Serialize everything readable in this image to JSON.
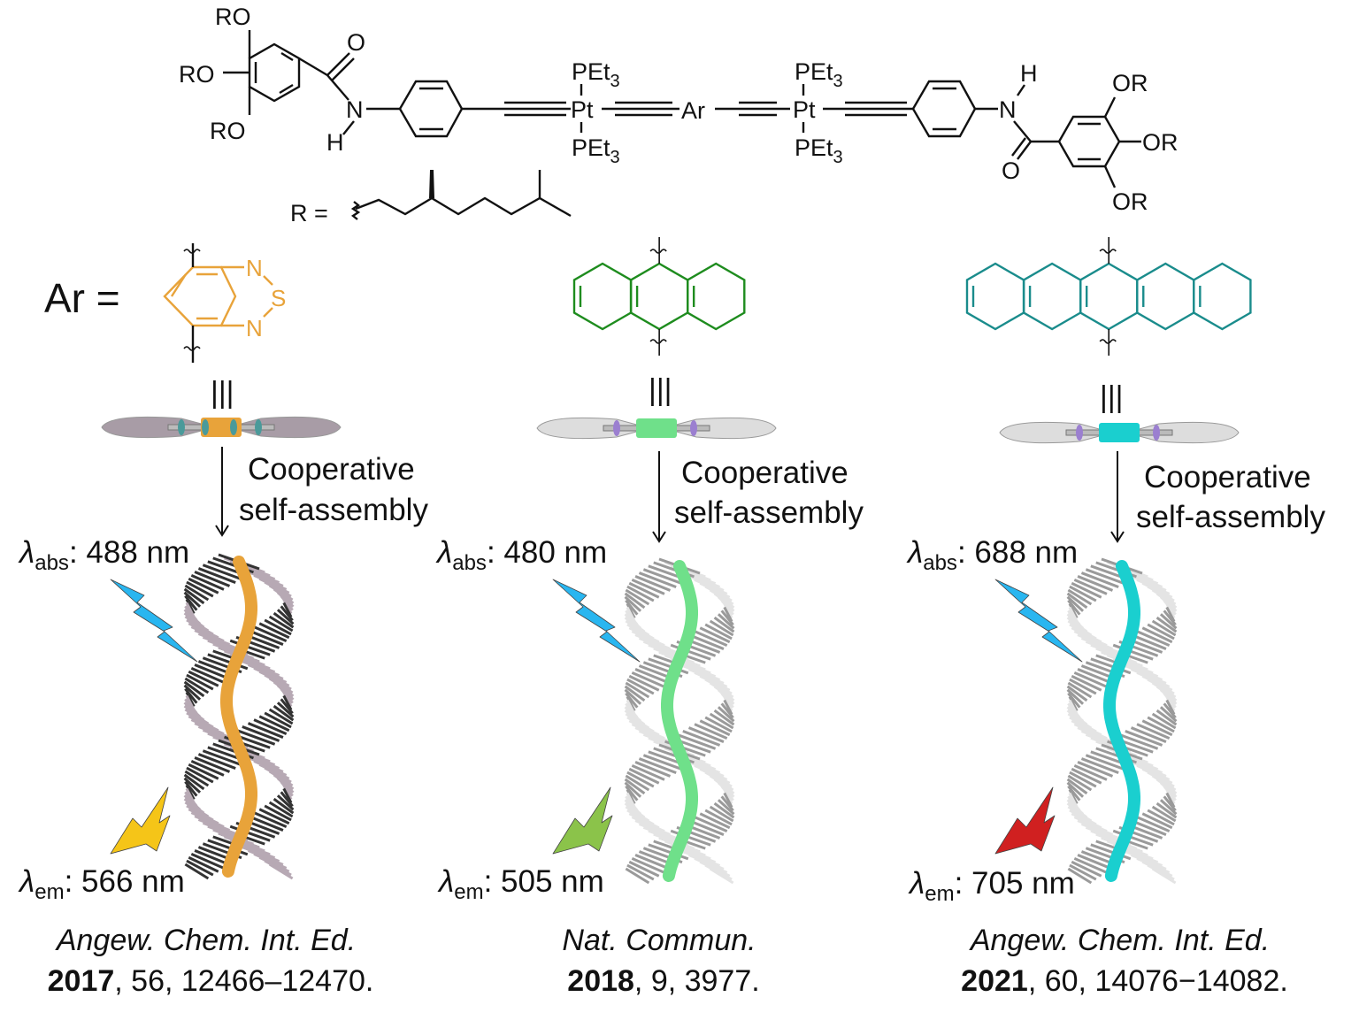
{
  "structure": {
    "ro": "RO",
    "or": "OR",
    "o": "O",
    "n": "N",
    "h": "H",
    "pt": "Pt",
    "pet": "PEt",
    "sub3": "3",
    "ar": "Ar",
    "r_def": "R ="
  },
  "ar_label": "Ar =",
  "ar_units": [
    {
      "name": "benzothiadiazole",
      "atoms": {
        "n": "N",
        "s": "S"
      },
      "color": "#E8A33A"
    },
    {
      "name": "anthracene",
      "color": "#1E8C1E"
    },
    {
      "name": "pentacene",
      "color": "#1A8C8C"
    }
  ],
  "equiv": "|||",
  "process": {
    "line1": "Cooperative",
    "line2": "self-assembly"
  },
  "columns": [
    {
      "abs_sym": "λ",
      "abs_sub": "abs",
      "abs_val": ": 488 nm",
      "em_sym": "λ",
      "em_sub": "em",
      "em_val": ": 566 nm",
      "journal": "Angew. Chem. Int. Ed.",
      "year": "2017",
      "ref": ", 56, 12466–12470.",
      "core_color": "#E8A33A",
      "emit_color": "#F5C518"
    },
    {
      "abs_sym": "λ",
      "abs_sub": "abs",
      "abs_val": ": 480 nm",
      "em_sym": "λ",
      "em_sub": "em",
      "em_val": ": 505 nm",
      "journal": "Nat. Commun.",
      "year": "2018",
      "ref": ", 9, 3977.",
      "core_color": "#6FE08A",
      "emit_color": "#8BC34A"
    },
    {
      "abs_sym": "λ",
      "abs_sub": "abs",
      "abs_val": ": 688 nm",
      "em_sym": "λ",
      "em_sub": "em",
      "em_val": ": 705 nm",
      "journal": "Angew. Chem. Int. Ed.",
      "year": "2021",
      "ref": ", 60, 14076−14082.",
      "core_color": "#1ACFCF",
      "emit_color": "#D02020"
    }
  ],
  "absorb_color": "#29B6F0"
}
